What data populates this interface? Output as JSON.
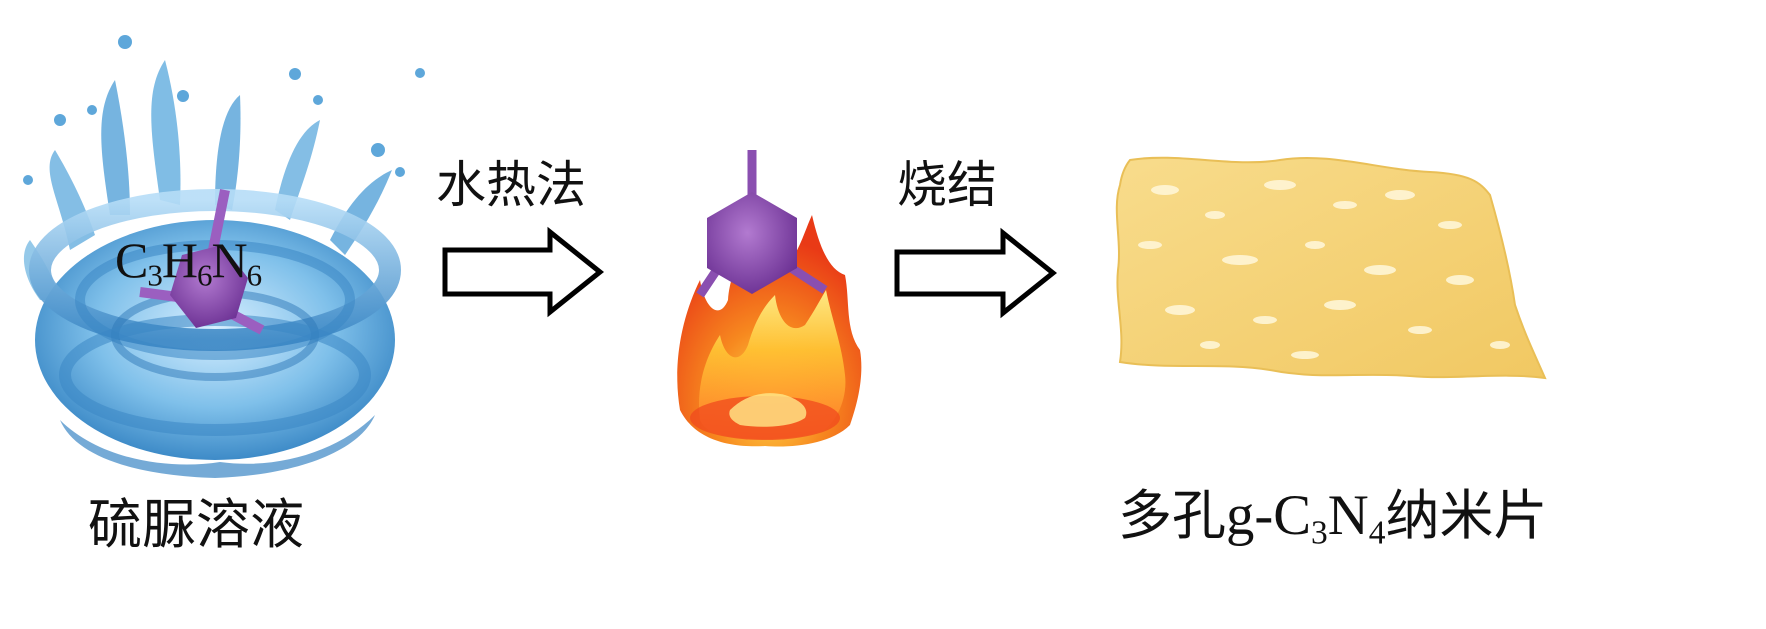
{
  "steps": {
    "hydrothermal_label": "水热法",
    "sintering_label": "烧结"
  },
  "labels": {
    "precursor_solution": "硫脲溶液",
    "product_prefix": "多孔",
    "product_formula_g": "g-",
    "product_formula_c": "C",
    "product_formula_c_sub": "3",
    "product_formula_n": "N",
    "product_formula_n_sub": "4",
    "product_suffix": "纳米片"
  },
  "molecule": {
    "c": "C",
    "c_sub": "3",
    "h": "H",
    "h_sub": "6",
    "n": "N",
    "n_sub": "6"
  },
  "colors": {
    "water": "#5fa8d8",
    "molecule": "#8a4fb0",
    "flame_outer": "#f04a1e",
    "flame_mid": "#f7a51f",
    "flame_inner": "#ffe066",
    "nanosheet": "#f6d27a",
    "arrow": "#000000"
  },
  "icons": {
    "water": "water-splash-icon",
    "molecule": "molecule-icon",
    "fire": "fire-icon",
    "nanosheet": "nanosheet-icon"
  }
}
